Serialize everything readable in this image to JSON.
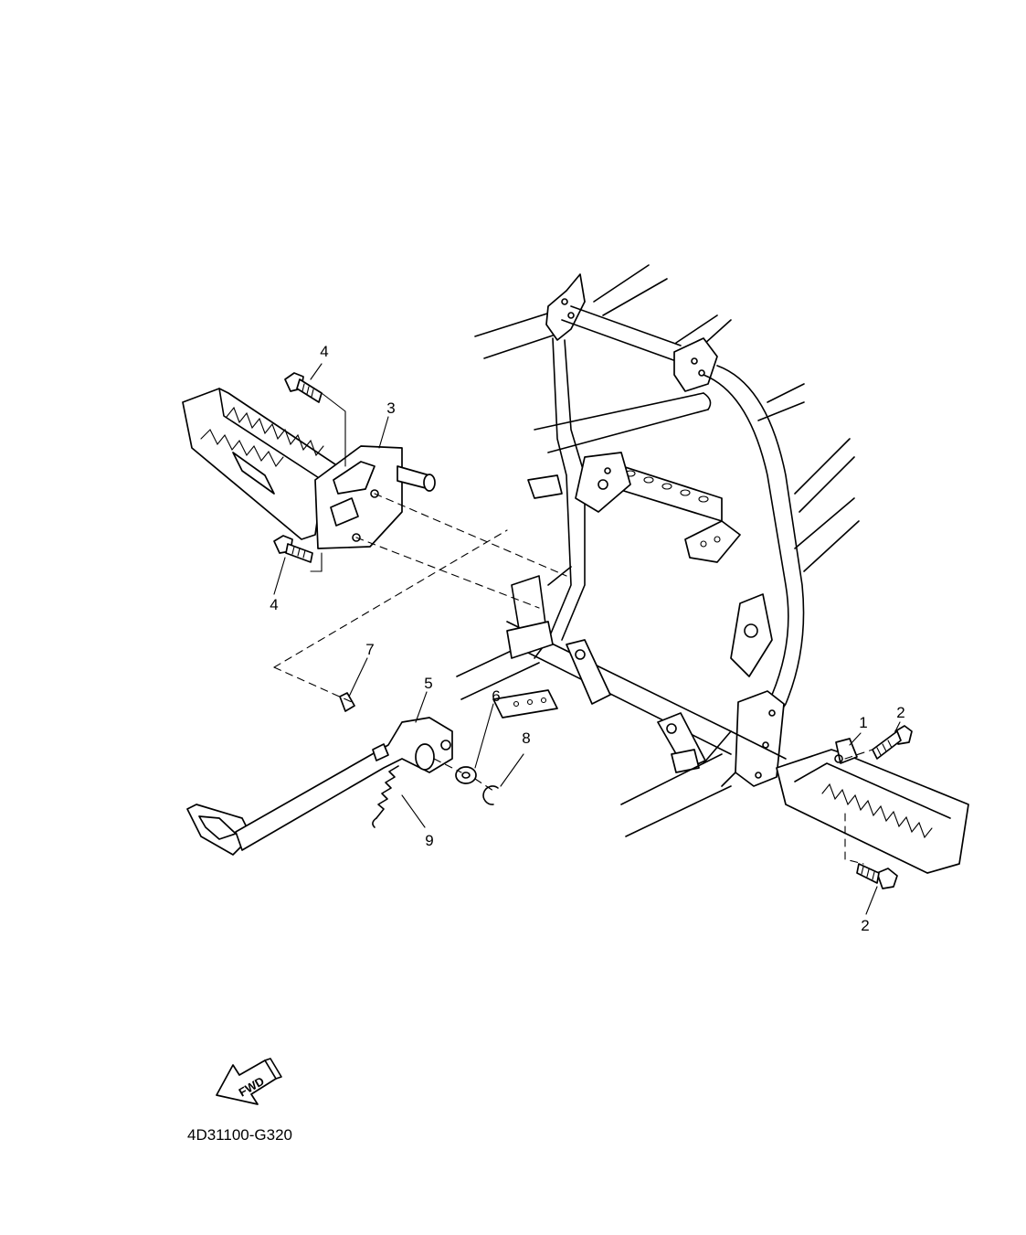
{
  "callouts": [
    {
      "id": "c1",
      "text": "1"
    },
    {
      "id": "c2a",
      "text": "2"
    },
    {
      "id": "c2b",
      "text": "2"
    },
    {
      "id": "c3",
      "text": "3"
    },
    {
      "id": "c4a",
      "text": "4"
    },
    {
      "id": "c4b",
      "text": "4"
    },
    {
      "id": "c5",
      "text": "5"
    },
    {
      "id": "c6",
      "text": "6"
    },
    {
      "id": "c7",
      "text": "7"
    },
    {
      "id": "c8",
      "text": "8"
    },
    {
      "id": "c9",
      "text": "9"
    }
  ],
  "direction_arrow": {
    "text": "FWD",
    "icon": "forward-arrow-icon"
  },
  "drawing_code": "4D31100-G320"
}
